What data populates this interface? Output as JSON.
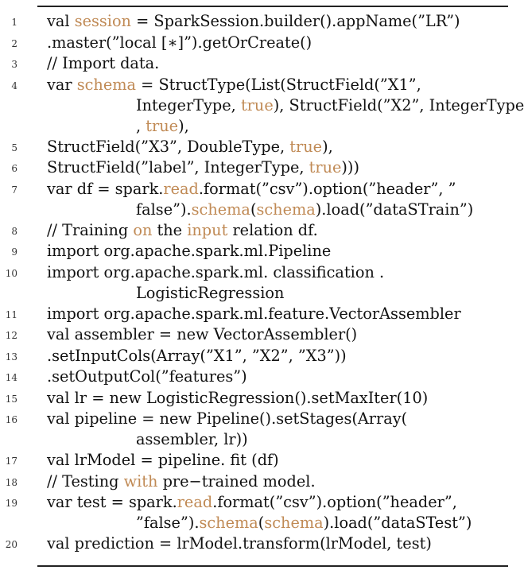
{
  "colors": {
    "keyword": "#c08a55",
    "text": "#111111",
    "rule": "#222222"
  },
  "listing": {
    "lines": [
      {
        "number": "1",
        "segments": [
          {
            "text": "val "
          },
          {
            "text": "session",
            "kw": true
          },
          {
            "text": " = SparkSession.builder().appName(”LR”)"
          }
        ]
      },
      {
        "number": "2",
        "segments": [
          {
            "text": ".master(”local [∗]”).getOrCreate()"
          }
        ]
      },
      {
        "number": "3",
        "segments": [
          {
            "text": "// Import data."
          }
        ]
      },
      {
        "number": "4",
        "segments": [
          {
            "text": "var "
          },
          {
            "text": "schema",
            "kw": true
          },
          {
            "text": " = StructType(List(StructField(”X1”,"
          }
        ],
        "continuations": [
          [
            {
              "text": "IntegerType, "
            },
            {
              "text": "true",
              "kw": true
            },
            {
              "text": "), StructField(”X2”, IntegerType"
            }
          ],
          [
            {
              "text": ", "
            },
            {
              "text": "true",
              "kw": true
            },
            {
              "text": "),"
            }
          ]
        ]
      },
      {
        "number": "5",
        "segments": [
          {
            "text": "StructField(”X3”, DoubleType, "
          },
          {
            "text": "true",
            "kw": true
          },
          {
            "text": "),"
          }
        ]
      },
      {
        "number": "6",
        "segments": [
          {
            "text": "StructField(”label”,  IntegerType, "
          },
          {
            "text": "true",
            "kw": true
          },
          {
            "text": ")))"
          }
        ]
      },
      {
        "number": "7",
        "segments": [
          {
            "text": "var df = spark."
          },
          {
            "text": "read",
            "kw": true
          },
          {
            "text": ".format(”csv”).option(”header”, ”"
          }
        ],
        "continuations": [
          [
            {
              "text": "false”)."
            },
            {
              "text": "schema",
              "kw": true
            },
            {
              "text": "("
            },
            {
              "text": "schema",
              "kw": true
            },
            {
              "text": ").load(”dataSTrain”)"
            }
          ]
        ]
      },
      {
        "number": "8",
        "segments": [
          {
            "text": "// Training "
          },
          {
            "text": "on",
            "kw": true
          },
          {
            "text": " the "
          },
          {
            "text": "input",
            "kw": true
          },
          {
            "text": "  relation  df."
          }
        ]
      },
      {
        "number": "9",
        "segments": [
          {
            "text": "import org.apache.spark.ml.Pipeline"
          }
        ]
      },
      {
        "number": "10",
        "segments": [
          {
            "text": "import org.apache.spark.ml. classification ."
          }
        ],
        "continuations": [
          [
            {
              "text": "LogisticRegression"
            }
          ]
        ]
      },
      {
        "number": "11",
        "segments": [
          {
            "text": "import org.apache.spark.ml.feature.VectorAssembler"
          }
        ]
      },
      {
        "number": "12",
        "segments": [
          {
            "text": "val assembler = new VectorAssembler()"
          }
        ]
      },
      {
        "number": "13",
        "segments": [
          {
            "text": ".setInputCols(Array(”X1”, ”X2”, ”X3”))"
          }
        ]
      },
      {
        "number": "14",
        "segments": [
          {
            "text": ".setOutputCol(”features”)"
          }
        ]
      },
      {
        "number": "15",
        "segments": [
          {
            "text": "val  lr  = new LogisticRegression().setMaxIter(10)"
          }
        ]
      },
      {
        "number": "16",
        "segments": [
          {
            "text": "val  pipeline  = new Pipeline().setStages(Array("
          }
        ],
        "continuations": [
          [
            {
              "text": "assembler, lr))"
            }
          ]
        ]
      },
      {
        "number": "17",
        "segments": [
          {
            "text": "val lrModel = pipeline. fit (df)"
          }
        ]
      },
      {
        "number": "18",
        "segments": [
          {
            "text": "// Testing  "
          },
          {
            "text": "with",
            "kw": true
          },
          {
            "text": " pre−trained model."
          }
        ]
      },
      {
        "number": "19",
        "segments": [
          {
            "text": "var  test  = spark."
          },
          {
            "text": "read",
            "kw": true
          },
          {
            "text": ".format(”csv”).option(”header”,"
          }
        ],
        "continuations": [
          [
            {
              "text": "”false”)."
            },
            {
              "text": "schema",
              "kw": true
            },
            {
              "text": "("
            },
            {
              "text": "schema",
              "kw": true
            },
            {
              "text": ").load(”dataSTest”)"
            }
          ]
        ]
      },
      {
        "number": "20",
        "segments": [
          {
            "text": "val  prediction  = lrModel.transform(lrModel, test)"
          }
        ]
      }
    ]
  }
}
